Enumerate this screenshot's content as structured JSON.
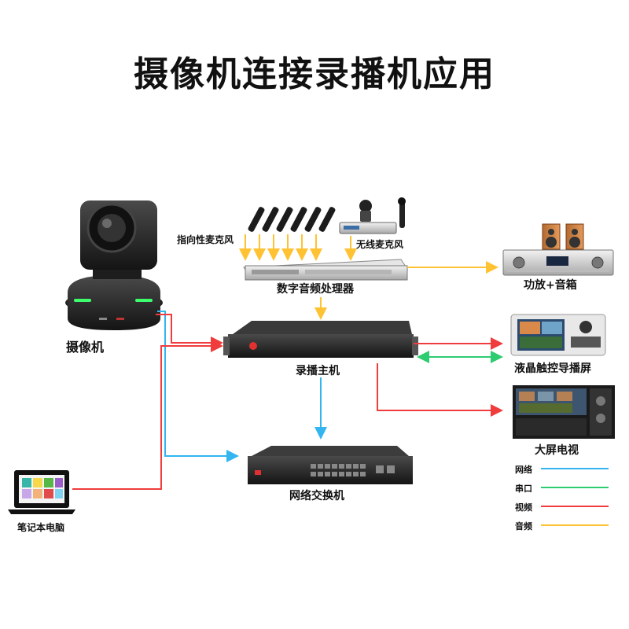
{
  "title": "摄像机连接录播机应用",
  "nodes": {
    "camera": "摄像机",
    "directional_mic": "指向性麦克风",
    "wireless_mic": "无线麦克风",
    "audio_processor": "数字音频处理器",
    "amp_speaker": "功放+音箱",
    "recorder": "录播主机",
    "touch_screen": "液晶触控导播屏",
    "big_screen": "大屏电视",
    "switch": "网络交换机",
    "laptop": "笔记本电脑"
  },
  "legend": [
    {
      "label": "网络",
      "color": "#33b5f0"
    },
    {
      "label": "串口",
      "color": "#2ecc71"
    },
    {
      "label": "视频",
      "color": "#f03c3c"
    },
    {
      "label": "音频",
      "color": "#ffc233"
    }
  ],
  "colors": {
    "network": "#33b5f0",
    "serial": "#2ecc71",
    "video": "#f03c3c",
    "audio": "#ffc233"
  }
}
